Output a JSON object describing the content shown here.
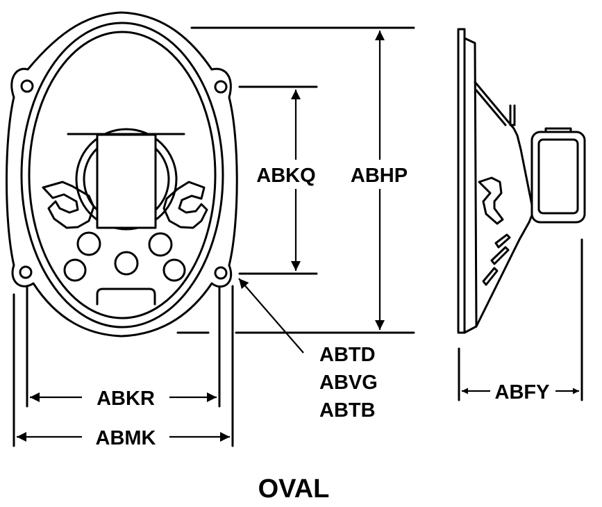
{
  "labels": {
    "abkq": "ABKQ",
    "abhp": "ABHP",
    "abtd": "ABTD",
    "abvg": "ABVG",
    "abtb": "ABTB",
    "abkr": "ABKR",
    "abmk": "ABMK",
    "abfy": "ABFY"
  },
  "title": "OVAL"
}
